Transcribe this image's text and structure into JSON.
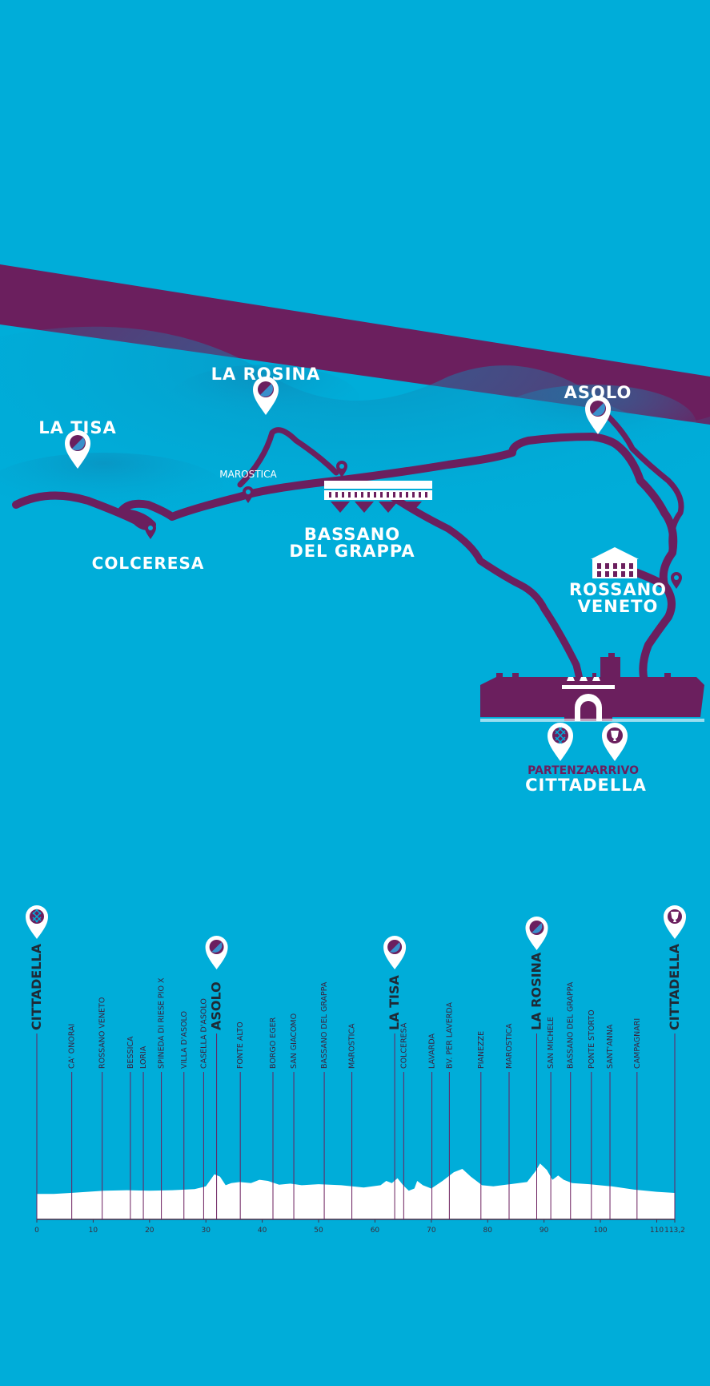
{
  "colors": {
    "sea": "#00ADD9",
    "route": "#6B1F5E",
    "hill": "#1AA0CC",
    "white": "#FFFFFF",
    "marker_half": "#3A8FCB"
  },
  "map": {
    "labels": {
      "la_rosina": "LA ROSINA",
      "asolo": "ASOLO",
      "la_tisa": "LA TISA",
      "marostica": "MAROSTICA",
      "colceresa": "COLCERESA",
      "bassano_1": "BASSANO",
      "bassano_2": "DEL GRAPPA",
      "rossano_1": "ROSSANO",
      "rossano_2": "VENETO",
      "partenza": "PARTENZA",
      "arrivo": "ARRIVO",
      "cittadella": "CITTADELLA"
    }
  },
  "profile": {
    "km_ticks": [
      "0",
      "10",
      "20",
      "30",
      "40",
      "50",
      "60",
      "70",
      "80",
      "90",
      "100",
      "110",
      "113,2"
    ],
    "km_values": [
      0,
      10,
      20,
      30,
      40,
      50,
      60,
      70,
      80,
      90,
      100,
      110,
      113.2
    ],
    "max_km": 113.2,
    "places": [
      {
        "name": "CITTADELLA",
        "km": 0,
        "major": true,
        "marker": "start"
      },
      {
        "name": "CA' ONORAI",
        "km": 6.2
      },
      {
        "name": "ROSSANO VENETO",
        "km": 11.6
      },
      {
        "name": "BESSICA",
        "km": 16.6
      },
      {
        "name": "LORIA",
        "km": 18.9
      },
      {
        "name": "SPINEDA DI RIESE PIO X",
        "km": 22.1
      },
      {
        "name": "VILLA D'ASOLO",
        "km": 26.1
      },
      {
        "name": "CASELLA D'ASOLO",
        "km": 29.6
      },
      {
        "name": "ASOLO",
        "km": 31.9,
        "major": true,
        "marker": "gpm"
      },
      {
        "name": "FONTE ALTO",
        "km": 36.1
      },
      {
        "name": "BORGO EGER",
        "km": 41.9
      },
      {
        "name": "SAN GIACOMO",
        "km": 45.6
      },
      {
        "name": "BASSANO DEL GRAPPA",
        "km": 51.0
      },
      {
        "name": "MAROSTICA",
        "km": 55.9
      },
      {
        "name": "LA TISA",
        "km": 63.5,
        "major": true,
        "marker": "gpm"
      },
      {
        "name": "COLCERESA",
        "km": 65.1
      },
      {
        "name": "LAVARDA",
        "km": 70.1
      },
      {
        "name": "BV. PER LAVERDA",
        "km": 73.2
      },
      {
        "name": "PIANEZZE",
        "km": 78.8
      },
      {
        "name": "MAROSTICA",
        "km": 83.8
      },
      {
        "name": "LA ROSINA",
        "km": 88.7,
        "major": true,
        "marker": "gpm"
      },
      {
        "name": "SAN MICHELE",
        "km": 91.2
      },
      {
        "name": "BASSANO DEL GRAPPA",
        "km": 94.7
      },
      {
        "name": "PONTE STORTO",
        "km": 98.4
      },
      {
        "name": "SANT'ANNA",
        "km": 101.7
      },
      {
        "name": "CAMPAGNARI",
        "km": 106.5
      },
      {
        "name": "CITTADELLA",
        "km": 113.2,
        "major": true,
        "marker": "finish"
      }
    ],
    "elevation": [
      [
        0,
        0.26
      ],
      [
        3,
        0.26
      ],
      [
        6,
        0.28
      ],
      [
        9,
        0.3
      ],
      [
        12,
        0.32
      ],
      [
        16,
        0.33
      ],
      [
        20,
        0.32
      ],
      [
        24,
        0.33
      ],
      [
        28,
        0.35
      ],
      [
        30,
        0.4
      ],
      [
        31.5,
        0.62
      ],
      [
        32.5,
        0.58
      ],
      [
        33.5,
        0.42
      ],
      [
        34.5,
        0.46
      ],
      [
        36,
        0.48
      ],
      [
        38,
        0.46
      ],
      [
        39.5,
        0.52
      ],
      [
        41,
        0.5
      ],
      [
        43,
        0.43
      ],
      [
        45,
        0.45
      ],
      [
        47,
        0.42
      ],
      [
        50,
        0.44
      ],
      [
        54,
        0.42
      ],
      [
        58,
        0.38
      ],
      [
        61,
        0.42
      ],
      [
        62,
        0.5
      ],
      [
        63,
        0.46
      ],
      [
        64,
        0.55
      ],
      [
        65,
        0.42
      ],
      [
        66,
        0.32
      ],
      [
        67,
        0.36
      ],
      [
        67.5,
        0.5
      ],
      [
        68.5,
        0.42
      ],
      [
        70,
        0.36
      ],
      [
        72,
        0.5
      ],
      [
        74,
        0.66
      ],
      [
        75.5,
        0.72
      ],
      [
        77,
        0.58
      ],
      [
        79,
        0.42
      ],
      [
        81,
        0.4
      ],
      [
        84,
        0.44
      ],
      [
        87,
        0.48
      ],
      [
        88.5,
        0.68
      ],
      [
        89.3,
        0.82
      ],
      [
        90.5,
        0.7
      ],
      [
        91.5,
        0.52
      ],
      [
        92.5,
        0.6
      ],
      [
        93.5,
        0.52
      ],
      [
        95,
        0.46
      ],
      [
        98,
        0.44
      ],
      [
        102,
        0.4
      ],
      [
        106,
        0.34
      ],
      [
        110,
        0.3
      ],
      [
        113.2,
        0.28
      ]
    ]
  }
}
